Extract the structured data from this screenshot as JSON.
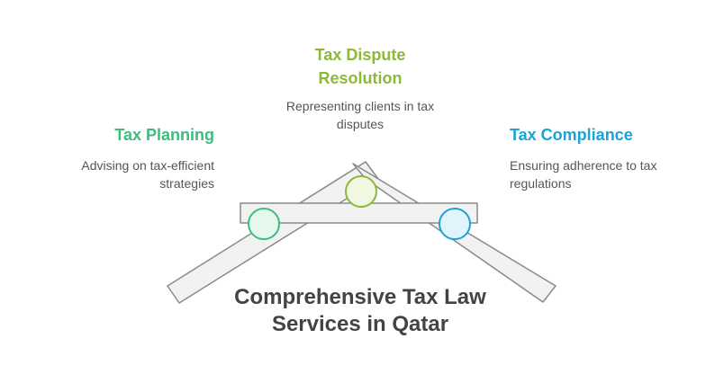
{
  "main_title": "Comprehensive Tax Law Services in Qatar",
  "items": [
    {
      "title": "Tax Planning",
      "description": "Advising on tax-efficient strategies",
      "color": "#3DBD7D",
      "circle_fill": "#E6F8EE"
    },
    {
      "title": "Tax Dispute Resolution",
      "description": "Representing clients in tax disputes",
      "color": "#8DB83A",
      "circle_fill": "#F1F7E1"
    },
    {
      "title": "Tax Compliance",
      "description": "Ensuring adherence to tax regulations",
      "color": "#1AA3D6",
      "circle_fill": "#E2F4FB"
    }
  ],
  "colors": {
    "beam_fill": "#F2F2F2",
    "beam_stroke": "#8A8A8A"
  }
}
